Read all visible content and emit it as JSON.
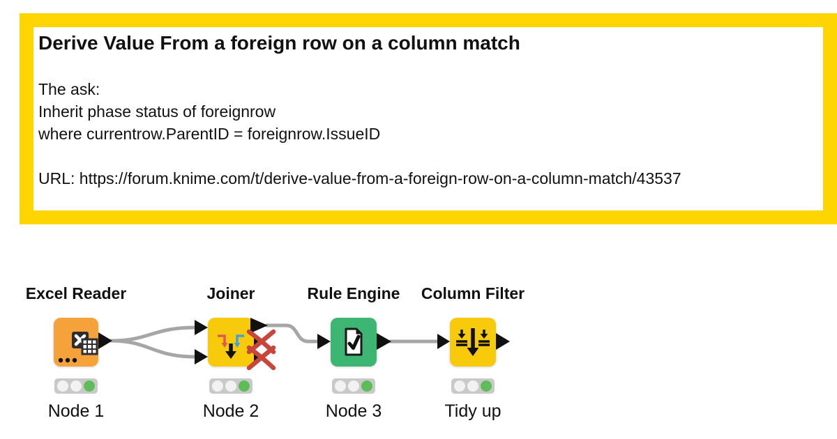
{
  "annotation": {
    "title": "Derive Value From a foreign row on a column match",
    "body": "The ask:\nInherit phase status of foreignrow\nwhere currentrow.ParentID = foreignrow.IssueID\n\nURL: https://forum.knime.com/t/derive-value-from-a-foreign-row-on-a-column-match/43537",
    "frame_color": "#FFD500"
  },
  "workflow": {
    "wire_color": "#A6A6A6",
    "port_color": "#111111",
    "xmark_color": "#C8453C",
    "status": {
      "bar_color": "#C9C9C9",
      "off_color": "#F2F2F2",
      "on_color": "#5FBD58"
    },
    "nodes": [
      {
        "title": "Excel Reader",
        "label": "Node 1",
        "color": "#F6A23B",
        "icon": "excel-reader-icon",
        "status_light": "green"
      },
      {
        "title": "Joiner",
        "label": "Node 2",
        "color": "#F7CA0B",
        "icon": "joiner-icon",
        "status_light": "green"
      },
      {
        "title": "Rule Engine",
        "label": "Node 3",
        "color": "#3DB573",
        "icon": "rule-engine-icon",
        "status_light": "green"
      },
      {
        "title": "Column Filter",
        "label": "Tidy up",
        "color": "#F7CA0B",
        "icon": "column-filter-icon",
        "status_light": "green"
      }
    ]
  }
}
